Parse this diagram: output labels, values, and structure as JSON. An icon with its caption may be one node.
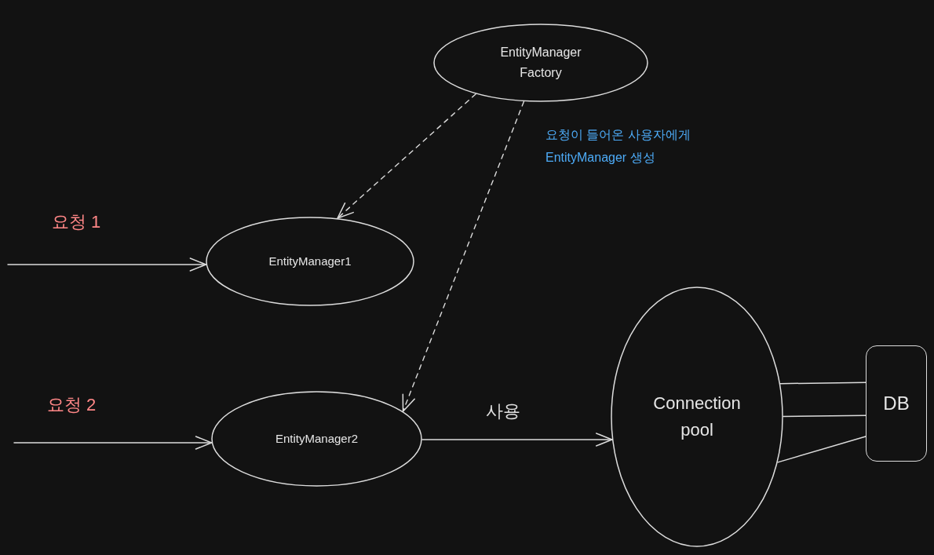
{
  "diagram": {
    "nodes": [
      {
        "text": [
          "EntityManager Factory"
        ]
      },
      {
        "text": [
          "EntityManager1"
        ]
      },
      {
        "text": [
          "EntityManager2"
        ]
      },
      {
        "text": [
          "Connection pool"
        ]
      },
      {
        "text": [
          "DB"
        ]
      }
    ],
    "edges": [
      {
        "from": 0,
        "to": 1,
        "arrow": "to",
        "style": "dashed"
      },
      {
        "from": 0,
        "to": 2,
        "arrow": "to",
        "style": "dashed"
      },
      {
        "from": null,
        "to": 1,
        "arrow": "to",
        "label": "요청 1"
      },
      {
        "from": null,
        "to": 2,
        "arrow": "to",
        "label": "요청 2"
      },
      {
        "from": 2,
        "to": 3,
        "arrow": "to",
        "label": "사용"
      },
      {
        "from": 3,
        "to": 4,
        "arrow": "none"
      },
      {
        "from": 3,
        "to": 4,
        "arrow": "none"
      },
      {
        "from": 3,
        "to": 4,
        "arrow": "none"
      }
    ],
    "labels": [
      "요청이 들어온 사용자에게 EntityManager 생성"
    ]
  }
}
